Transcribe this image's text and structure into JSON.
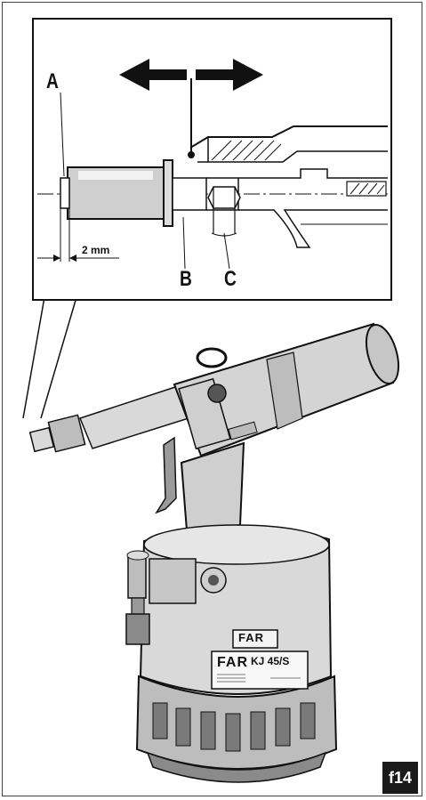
{
  "labels": {
    "a": "A",
    "b": "B",
    "c": "C",
    "dimension": "2 mm"
  },
  "product": {
    "brand": "FAR",
    "model": "KJ 45/S"
  },
  "figure_badge": "f14",
  "colors": {
    "ink": "#111111",
    "tool_body": "#d9d9d9",
    "tool_shadow": "#9a9a9a",
    "badge": "#1a1a1a"
  },
  "icons": {
    "direction_arrow": "double-arrow-left-right-icon"
  }
}
